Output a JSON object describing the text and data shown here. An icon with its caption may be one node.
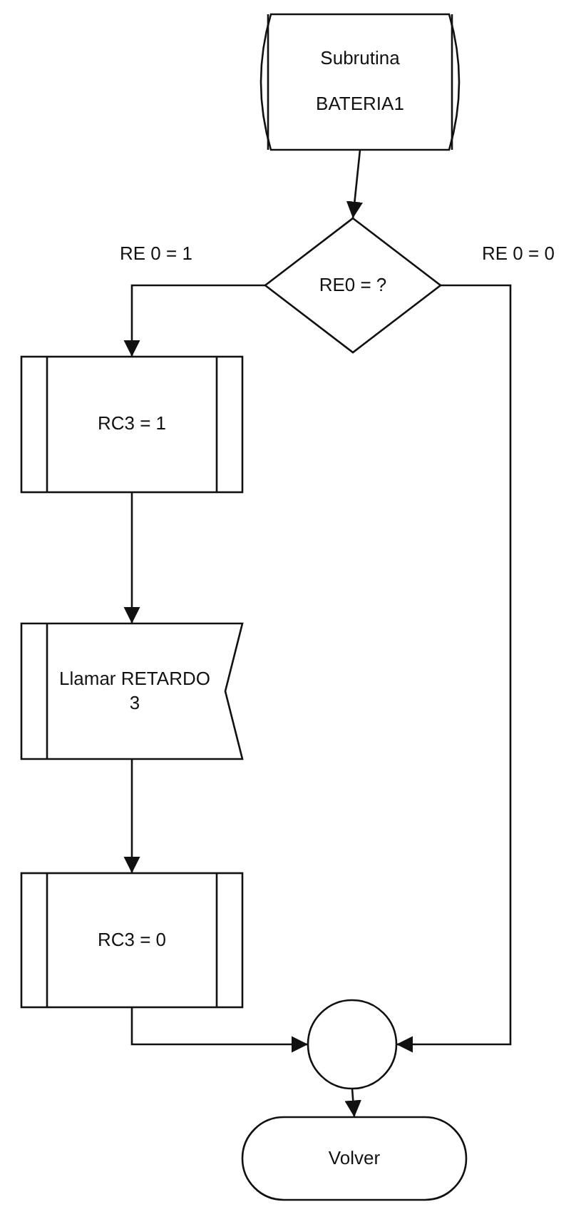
{
  "diagram": {
    "nodes": [
      {
        "text": [
          "Subrutina",
          "BATERIA1"
        ]
      },
      {
        "text": [
          "RE0 = ?"
        ]
      },
      {
        "text": [
          "RC3 = 1"
        ]
      },
      {
        "text": [
          "Llamar RETARDO 3"
        ]
      },
      {
        "text": [
          "RC3 = 0"
        ]
      },
      {
        "text": [],
        "shape": "circle"
      },
      {
        "text": [
          "Volver"
        ]
      }
    ],
    "edges": [
      {
        "from": 0,
        "to": 1,
        "arrow": "to"
      },
      {
        "from": 1,
        "to": 2,
        "arrow": "to",
        "label": "RE 0 = 1"
      },
      {
        "from": 2,
        "to": 3,
        "arrow": "to"
      },
      {
        "from": 3,
        "to": 4,
        "arrow": "to"
      },
      {
        "from": 4,
        "to": 5,
        "arrow": "to"
      },
      {
        "from": 1,
        "to": 5,
        "arrow": "to",
        "label": "RE 0 = 0"
      },
      {
        "from": 5,
        "to": 6,
        "arrow": "to"
      }
    ]
  }
}
